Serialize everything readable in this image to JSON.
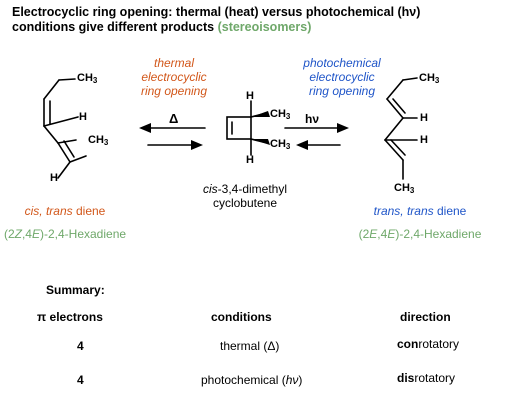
{
  "title": {
    "line1": "Electrocyclic ring opening: thermal (heat) versus photochemical (hν)",
    "line2_prefix": "conditions give different products ",
    "line2_green": "(stereoisomers)"
  },
  "atoms": {
    "ch3": "CH",
    "ch3_sub": "3",
    "h": "H"
  },
  "thermal_label": [
    "thermal",
    "electrocyclic",
    "ring opening"
  ],
  "photo_label": [
    "photochemical",
    "electrocyclic",
    "ring opening"
  ],
  "delta": "Δ",
  "hv": "hν",
  "left_product": {
    "stereo_italic": "cis, trans",
    "stereo_suffix": " diene",
    "iupac_open": "(2",
    "iupac_z": "Z",
    "iupac_mid": ",4",
    "iupac_e": "E",
    "iupac_close": ")-2,4-Hexadiene"
  },
  "reactant": {
    "cis": "cis",
    "line1_rest": "-3,4-dimethyl",
    "line2": "cyclobutene"
  },
  "right_product": {
    "stereo_italic": "trans, trans",
    "stereo_suffix": " diene",
    "iupac_open": "(2",
    "iupac_e1": "E",
    "iupac_mid": ",4",
    "iupac_e2": "E",
    "iupac_close": ")-2,4-Hexadiene"
  },
  "summary": {
    "heading": "Summary:",
    "headers": [
      "π electrons",
      "conditions",
      "direction"
    ],
    "rows": [
      {
        "electrons": "4",
        "cond_text": "thermal (",
        "cond_symbol": "Δ",
        "cond_end": ")",
        "dir_bold": "con",
        "dir_rest": "rotatory"
      },
      {
        "electrons": "4",
        "cond_text": "photochemical (",
        "cond_symbol": "hν",
        "cond_end": ")",
        "dir_bold": "dis",
        "dir_rest": "rotatory"
      }
    ]
  },
  "colors": {
    "thermal": "#d2571a",
    "photochemical": "#1f55c8",
    "iupac": "#6fa86a"
  }
}
